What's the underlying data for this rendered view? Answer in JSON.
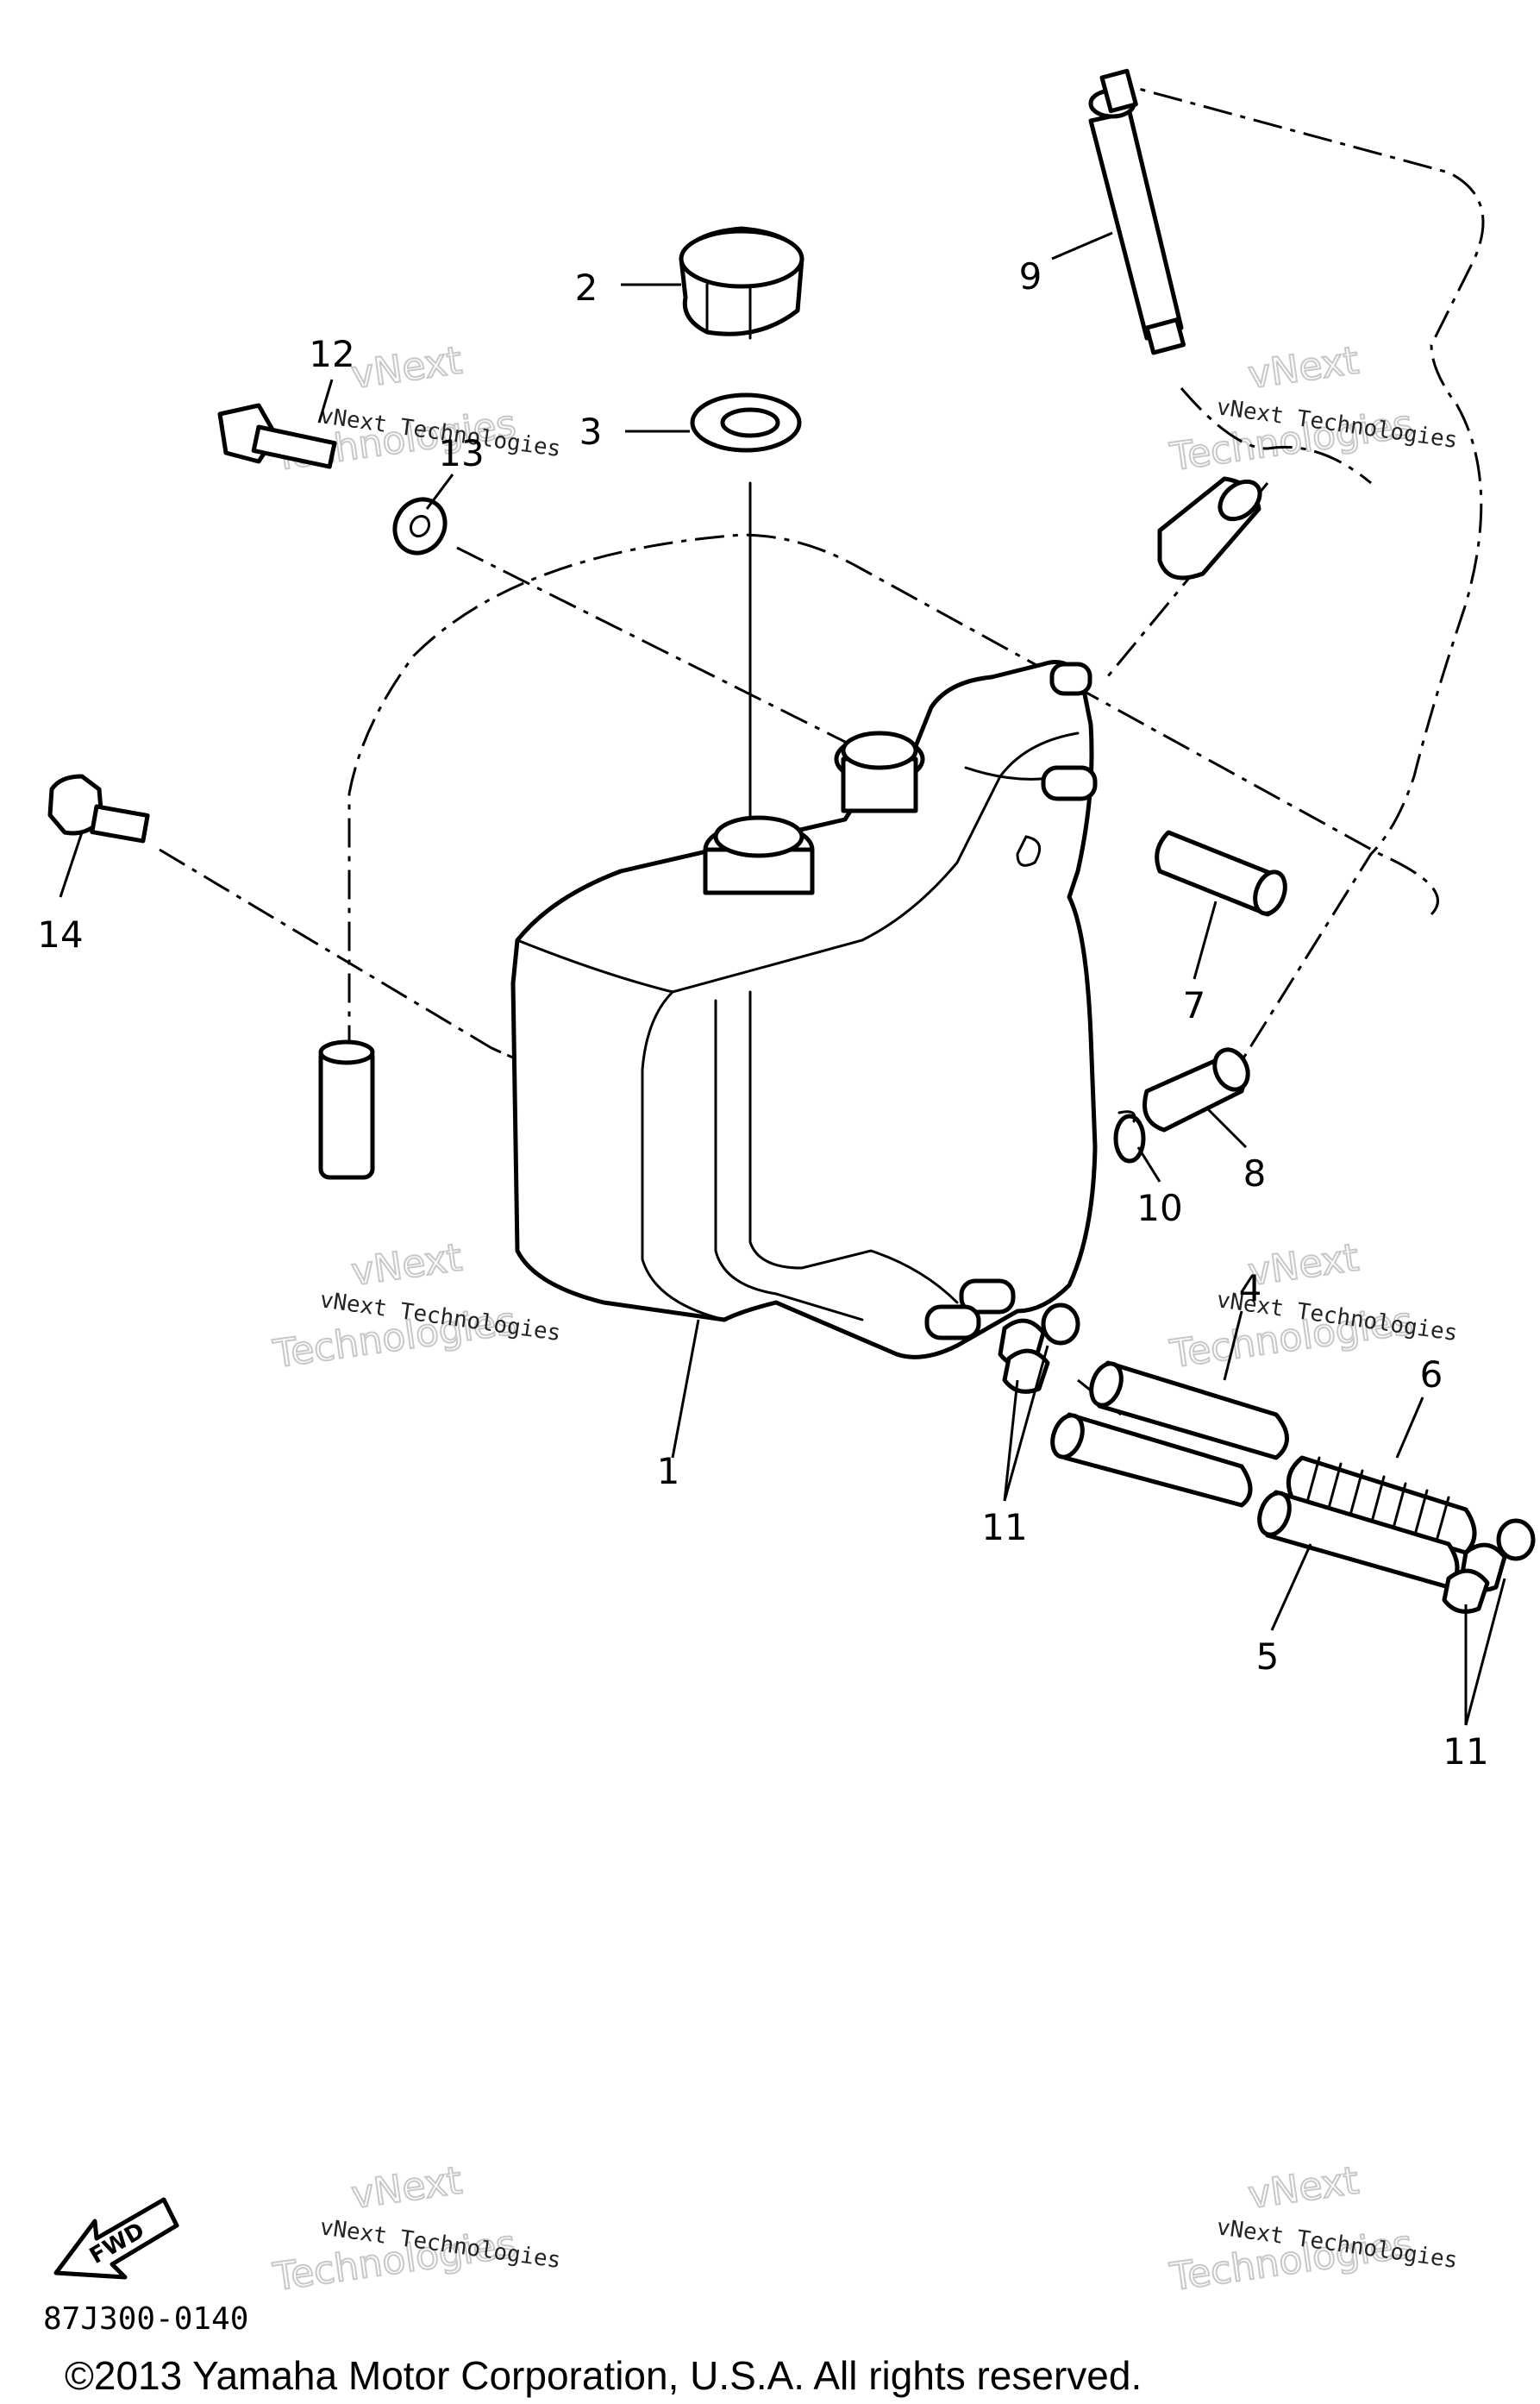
{
  "callouts": {
    "c1": "1",
    "c2": "2",
    "c3": "3",
    "c4": "4",
    "c5": "5",
    "c6": "6",
    "c7": "7",
    "c8": "8",
    "c9": "9",
    "c10": "10",
    "c11a": "11",
    "c11b": "11",
    "c12": "12",
    "c13": "13",
    "c14": "14"
  },
  "watermark": {
    "small": "vNext Technologies",
    "line1": "vNext",
    "line2": "Technologies"
  },
  "fwd_label": "FWD",
  "diagram_code": "87J300-0140",
  "copyright": "©2013 Yamaha Motor Corporation, U.S.A. All rights reserved.",
  "colors": {
    "ink": "#000000",
    "paper": "#ffffff",
    "watermark": "#c8c8c8"
  }
}
